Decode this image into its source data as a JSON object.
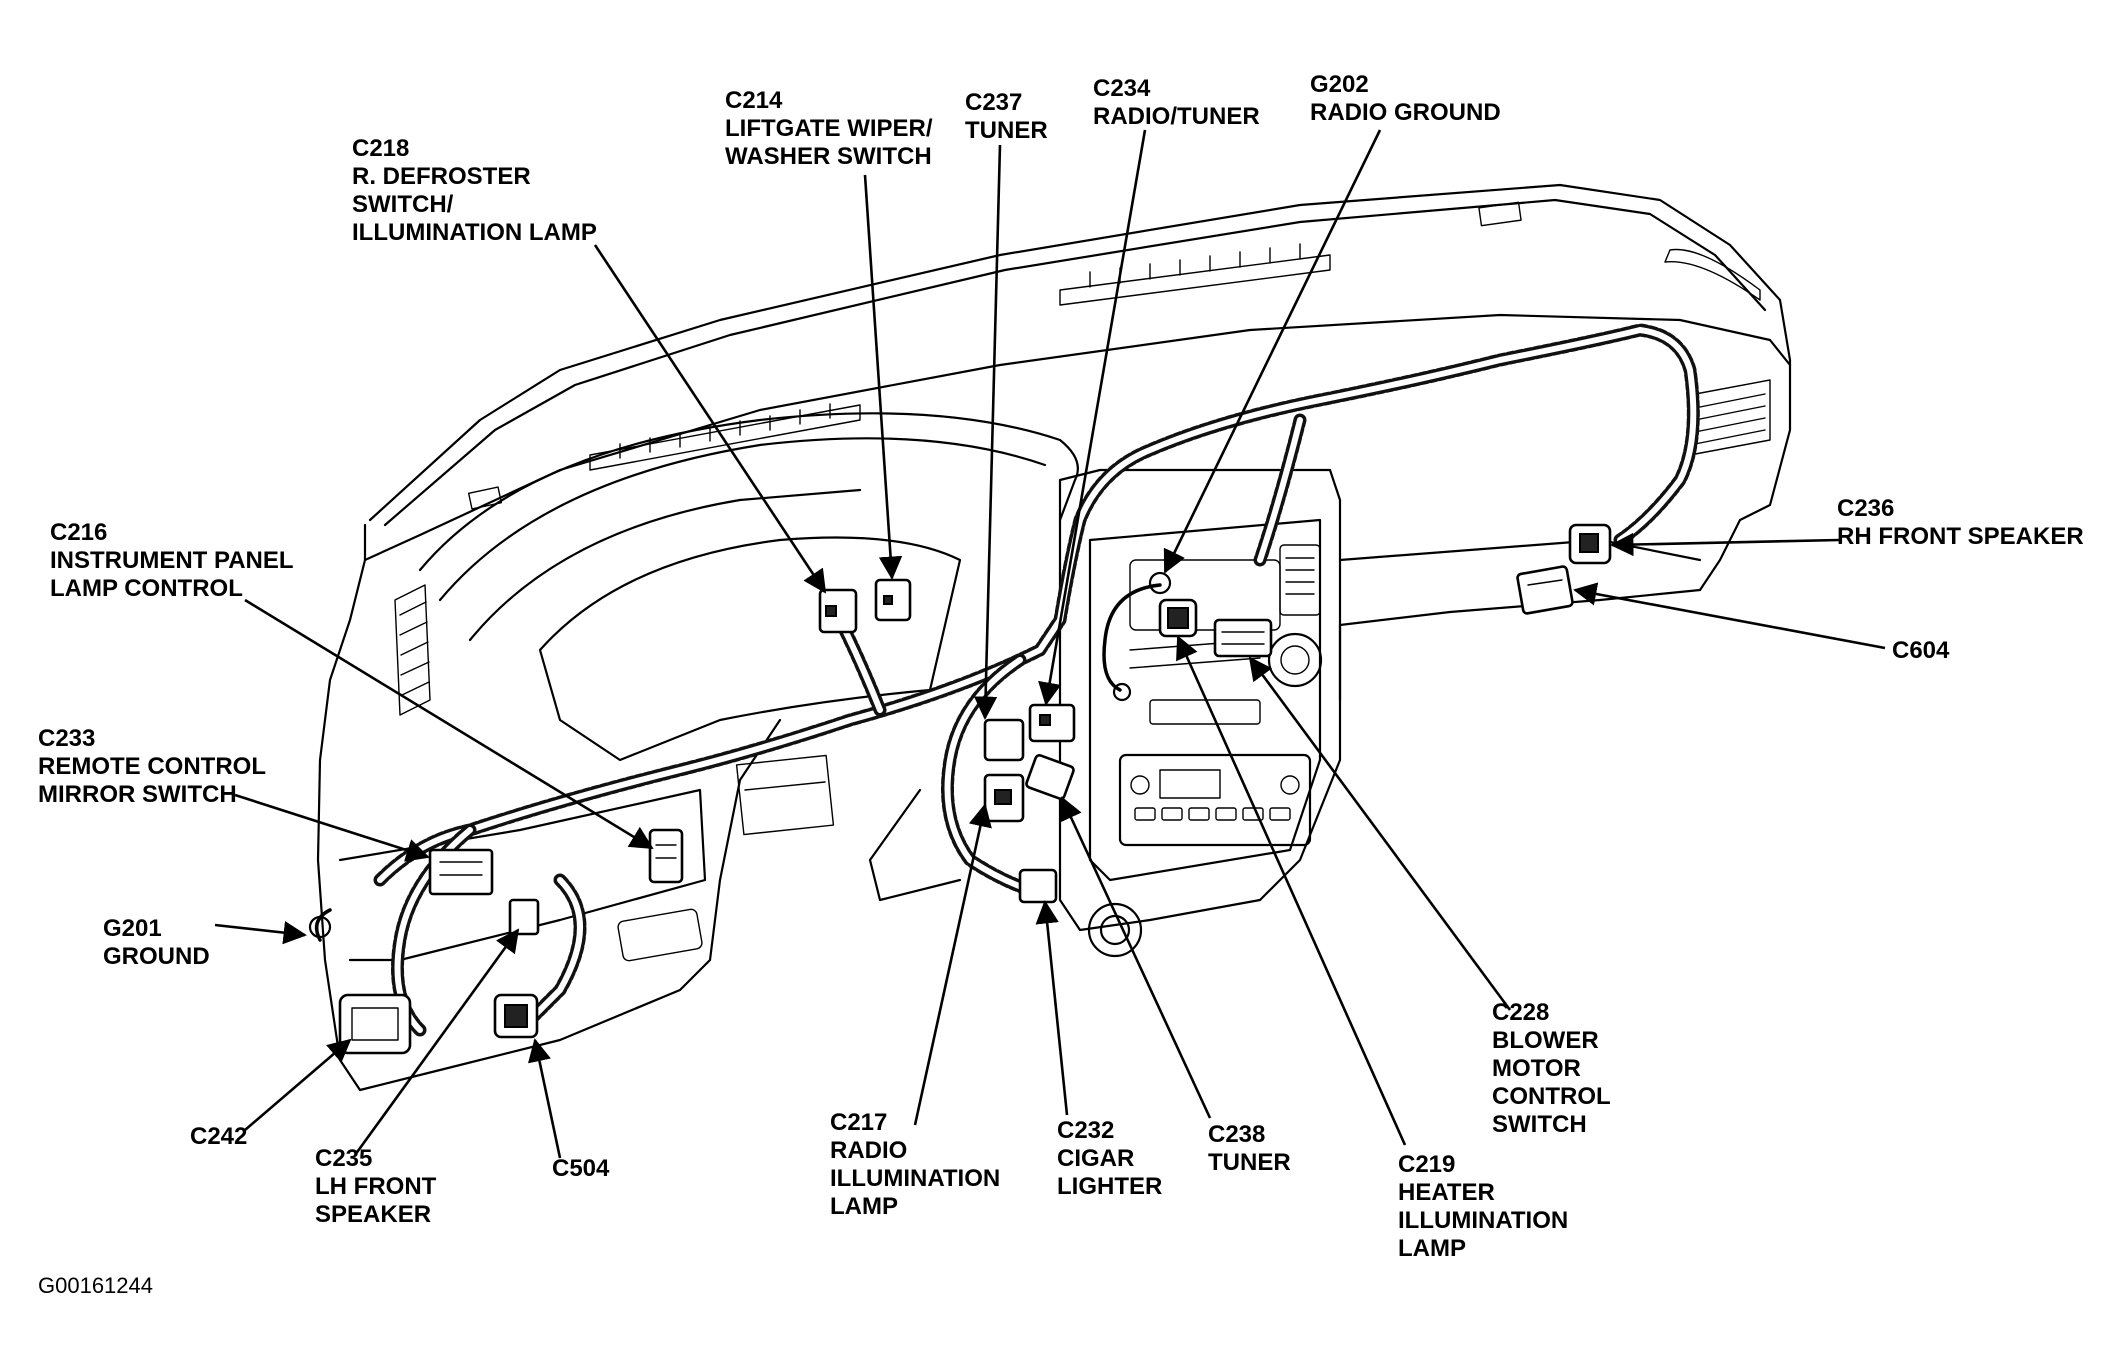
{
  "figure_id": "G00161244",
  "callouts": [
    {
      "id": "c218",
      "lines": [
        "C218",
        "R. DEFROSTER",
        "SWITCH/",
        "ILLUMINATION LAMP"
      ]
    },
    {
      "id": "c214",
      "lines": [
        "C214",
        "LIFTGATE WIPER/",
        "WASHER SWITCH"
      ]
    },
    {
      "id": "c237",
      "lines": [
        "C237",
        "TUNER"
      ]
    },
    {
      "id": "c234",
      "lines": [
        "C234",
        "RADIO/TUNER"
      ]
    },
    {
      "id": "g202",
      "lines": [
        "G202",
        "RADIO GROUND"
      ]
    },
    {
      "id": "c216",
      "lines": [
        "C216",
        "INSTRUMENT PANEL",
        "LAMP CONTROL"
      ]
    },
    {
      "id": "c233",
      "lines": [
        "C233",
        "REMOTE CONTROL",
        "MIRROR SWITCH"
      ]
    },
    {
      "id": "g201",
      "lines": [
        "G201",
        "GROUND"
      ]
    },
    {
      "id": "c242",
      "lines": [
        "C242"
      ]
    },
    {
      "id": "c235",
      "lines": [
        "C235",
        "LH FRONT",
        "SPEAKER"
      ]
    },
    {
      "id": "c504",
      "lines": [
        "C504"
      ]
    },
    {
      "id": "c217",
      "lines": [
        "C217",
        "RADIO",
        "ILLUMINATION",
        "LAMP"
      ]
    },
    {
      "id": "c232",
      "lines": [
        "C232",
        "CIGAR",
        "LIGHTER"
      ]
    },
    {
      "id": "c238",
      "lines": [
        "C238",
        "TUNER"
      ]
    },
    {
      "id": "c219",
      "lines": [
        "C219",
        "HEATER",
        "ILLUMINATION",
        "LAMP"
      ]
    },
    {
      "id": "c228",
      "lines": [
        "C228",
        "BLOWER",
        "MOTOR",
        "CONTROL",
        "SWITCH"
      ]
    },
    {
      "id": "c236",
      "lines": [
        "C236",
        "RH FRONT SPEAKER"
      ]
    },
    {
      "id": "c604",
      "lines": [
        "C604"
      ]
    }
  ]
}
